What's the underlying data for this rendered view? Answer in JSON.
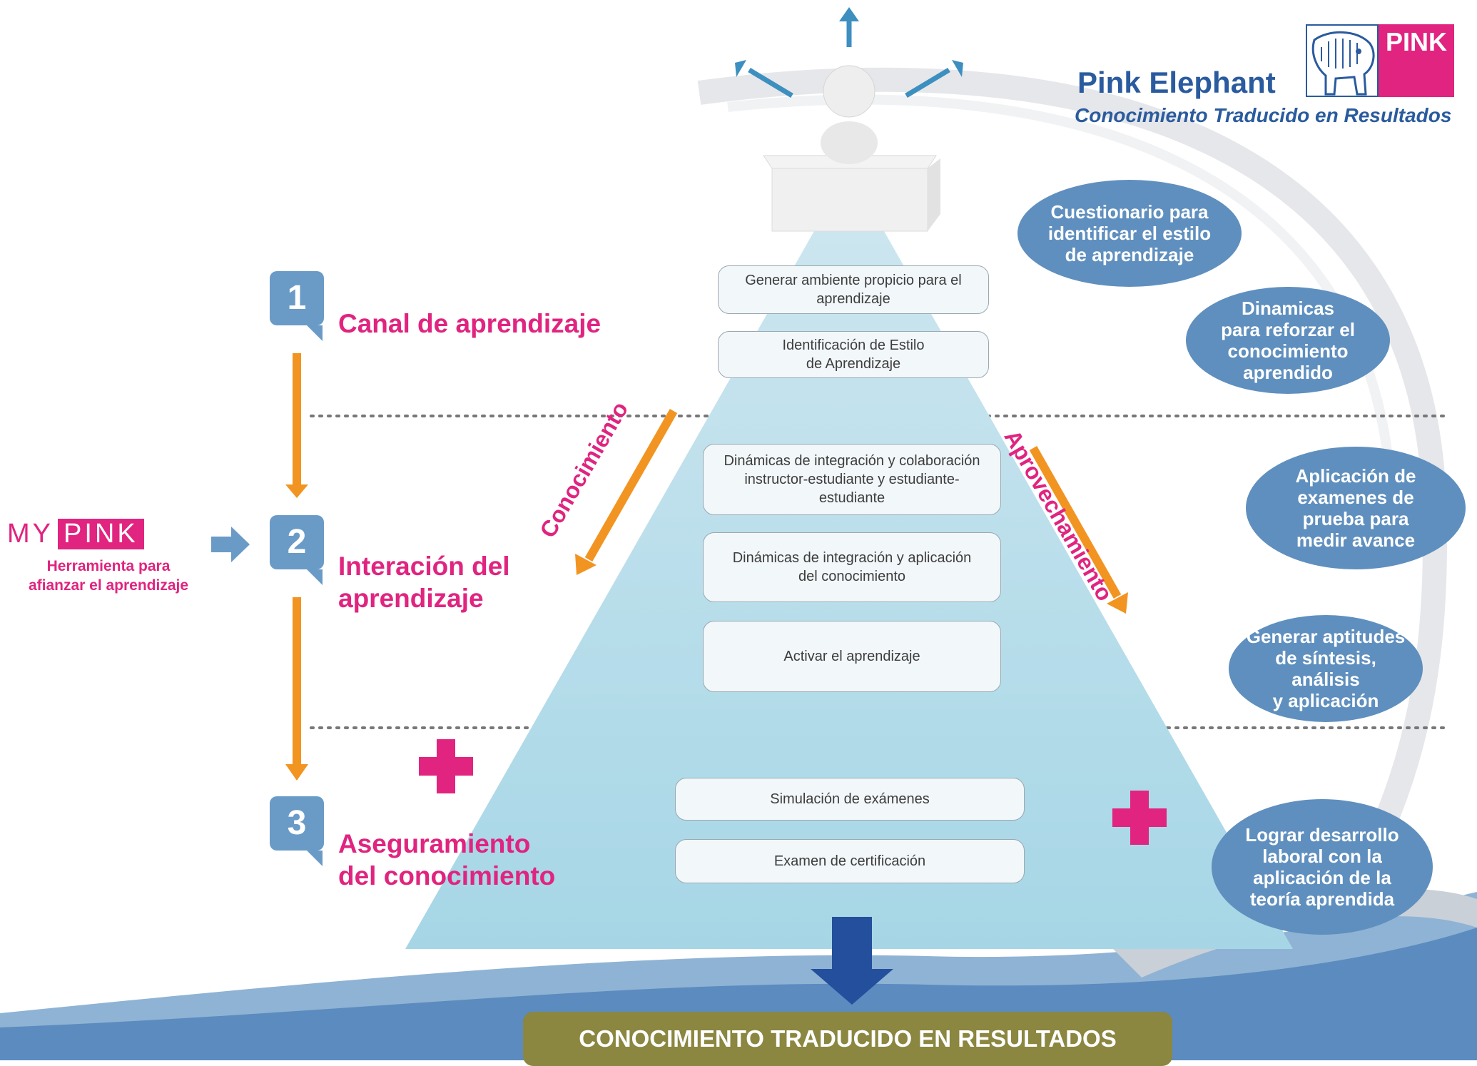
{
  "brand": {
    "name": "Pink Elephant",
    "tagline": "Conocimiento Traducido en Resultados",
    "logo_text": "PINK",
    "colors": {
      "brand_blue": "#2a5b9e",
      "brand_pink": "#e0247f"
    }
  },
  "steps": [
    {
      "number": "1",
      "label": "Canal de aprendizaje"
    },
    {
      "number": "2",
      "label_line1": "Interación del",
      "label_line2": "aprendizaje"
    },
    {
      "number": "3",
      "label_line1": "Aseguramiento",
      "label_line2": "del conocimiento"
    }
  ],
  "mypink": {
    "logo_left": "MY",
    "logo_right": "PINK",
    "caption_line1": "Herramienta para",
    "caption_line2": "afianzar el aprendizaje"
  },
  "pyramid": {
    "boxes": [
      {
        "line1": "Generar ambiente propicio para el",
        "line2": "aprendizaje"
      },
      {
        "line1": "Identificación de Estilo",
        "line2": "de Aprendizaje"
      },
      {
        "line1": "Dinámicas de integración y colaboración",
        "line2": "instructor-estudiante y estudiante-",
        "line3": "estudiante"
      },
      {
        "line1": "Dinámicas de integración y aplicación",
        "line2": "del conocimiento"
      },
      {
        "line1": "Activar el aprendizaje"
      },
      {
        "line1": "Simulación de exámenes"
      },
      {
        "line1": "Examen de certificación"
      }
    ],
    "left_arrow_label": "Conocimiento",
    "right_arrow_label": "Aprovechamiento"
  },
  "benefits": [
    {
      "line1": "Cuestionario para",
      "line2": "identificar el estilo",
      "line3": "de aprendizaje"
    },
    {
      "line1": "Dinamicas",
      "line2": "para reforzar el",
      "line3": "conocimiento",
      "line4": "aprendido"
    },
    {
      "line1": "Aplicación de",
      "line2": "examenes de",
      "line3": "prueba para",
      "line4": "medir avance"
    },
    {
      "line1": "Generar aptitudes",
      "line2": "de síntesis, análisis",
      "line3": "y aplicación"
    },
    {
      "line1": "Lograr desarrollo",
      "line2": "laboral con la",
      "line3": "aplicación de la",
      "line4": "teoría aprendida"
    }
  ],
  "result_banner": "CONOCIMIENTO TRADUCIDO EN RESULTADOS",
  "icons": {
    "presenter": "presenter-figure-icon",
    "arrows_out": "radiating-arrows-icon",
    "plus": "plus-icon",
    "down_arrow": "down-arrow-icon",
    "elephant": "elephant-logo-icon"
  }
}
